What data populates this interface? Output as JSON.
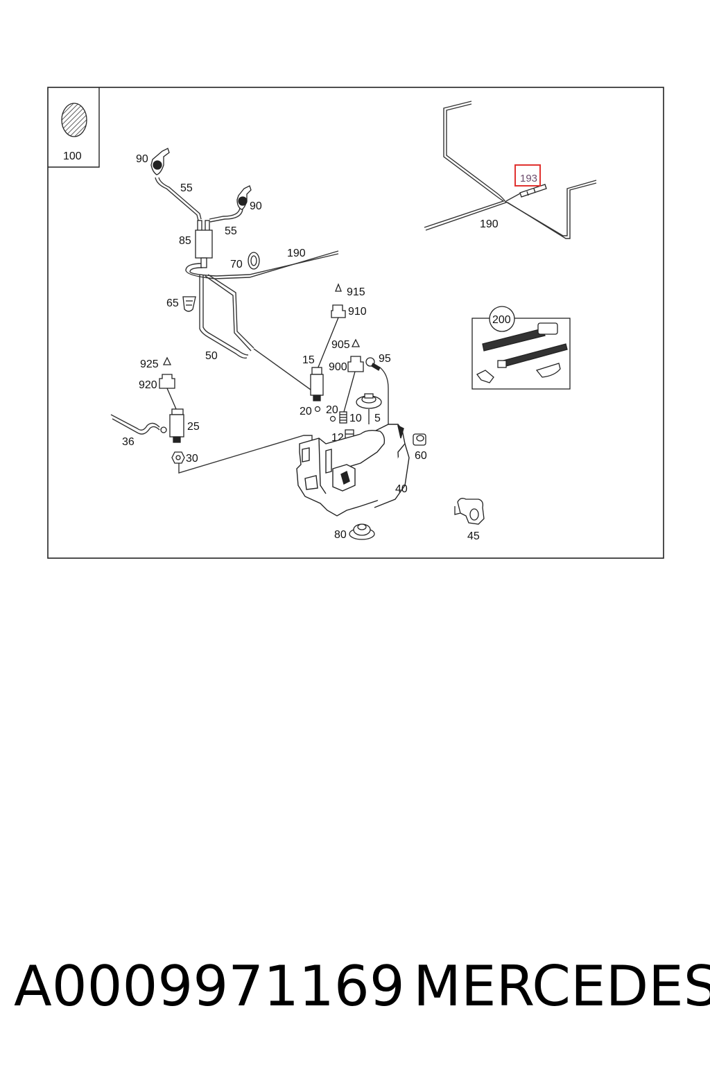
{
  "diagram": {
    "labels": {
      "l100": "100",
      "l90a": "90",
      "l90b": "90",
      "l55a": "55",
      "l55b": "55",
      "l85": "85",
      "l70": "70",
      "l190a": "190",
      "l190b": "190",
      "l193": "193",
      "l65": "65",
      "l915": "915",
      "l910": "910",
      "l905": "905",
      "l95": "95",
      "l900": "900",
      "l15": "15",
      "l50": "50",
      "l925": "925",
      "l920": "920",
      "l25": "25",
      "l36": "36",
      "l30": "30",
      "l20a": "20",
      "l20b": "20",
      "l10": "10",
      "l5": "5",
      "l12": "12",
      "l60": "60",
      "l40": "40",
      "l80": "80",
      "l45": "45",
      "l200": "200"
    },
    "highlight_color": "#e0312f"
  },
  "caption": {
    "part_number": "A0009971169",
    "brand": "MERCEDES"
  }
}
